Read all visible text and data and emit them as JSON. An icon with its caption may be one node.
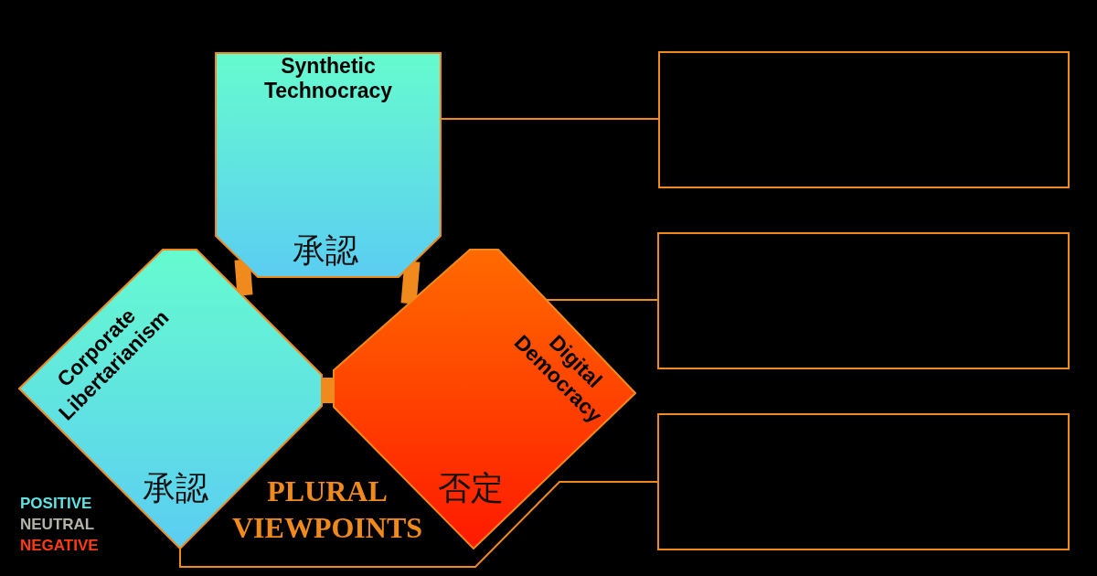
{
  "diagram": {
    "nodes": [
      {
        "text": [
          "Synthetic Technocracy",
          "承認"
        ]
      },
      {
        "text": [
          "Corporate Libertarianism",
          "承認"
        ]
      },
      {
        "text": [
          "Digital Democracy",
          "否定"
        ]
      },
      {
        "text": [],
        "shape": "box"
      },
      {
        "text": [],
        "shape": "box"
      },
      {
        "text": [],
        "shape": "box"
      }
    ],
    "edges": [
      {
        "from": 0,
        "to": 1,
        "arrow": "none",
        "style": "thick"
      },
      {
        "from": 0,
        "to": 2,
        "arrow": "none",
        "style": "thick"
      },
      {
        "from": 1,
        "to": 2,
        "arrow": "none",
        "style": "thick"
      },
      {
        "from": 0,
        "to": 3,
        "arrow": "none"
      },
      {
        "from": 2,
        "to": 4,
        "arrow": "none"
      },
      {
        "from": 1,
        "to": 5,
        "arrow": "none"
      }
    ],
    "labels": [
      "PLURAL VIEWPOINTS"
    ],
    "legend": [
      {
        "text": "POSITIVE",
        "color": "#5fe3e3"
      },
      {
        "text": "NEUTRAL",
        "color": "#b4b4a8"
      },
      {
        "text": "NEGATIVE",
        "color": "#ff3c10"
      }
    ]
  }
}
